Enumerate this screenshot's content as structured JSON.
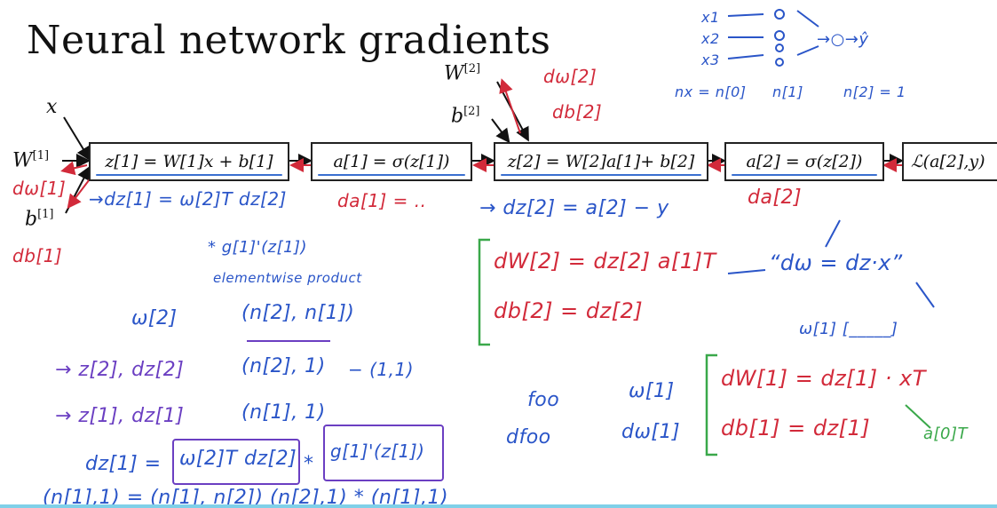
{
  "slide": {
    "title": "Neural network gradients",
    "colors": {
      "ink": "#111111",
      "blue": "#2a55c8",
      "red": "#d22a3a",
      "purple": "#6b3fc2",
      "green": "#3aa84a",
      "box_underline": "#3a6fd0"
    }
  },
  "inputs": {
    "x": "x",
    "W1": "W",
    "W1_sup": "[1]",
    "b1": "b",
    "b1_sup": "[1]",
    "W2": "W",
    "W2_sup": "[2]",
    "b2": "b",
    "b2_sup": "[2]"
  },
  "boxes": {
    "z1": "z[1] = W[1]x + b[1]",
    "a1": "a[1] = σ(z[1])",
    "z2": "z[2] = W[2]a[1]+ b[2]",
    "a2": "a[2] = σ(z[2])",
    "loss": "ℒ(a[2],y)"
  },
  "annotations": {
    "dw1": "dω[1]",
    "db1": "db[1]",
    "dw2": "dω[2]",
    "db2": "db[2]",
    "dz1_eq": "→dz[1] = ω[2]T dz[2]",
    "da1": "da[1] = ..",
    "dz2_eq": "→ dz[2] = a[2] − y",
    "da2": "da[2]",
    "g_prime": "* g[1]'(z[1])",
    "elementwise": "elementwise product",
    "corner_x1": "x1",
    "corner_x2": "x2",
    "corner_x3": "x3",
    "corner_yhat": "→○→ŷ",
    "corner_nx": "nx = n[0]",
    "corner_n1": "n[1]",
    "corner_n2": "n[2] = 1",
    "dW2_eq": "dW[2] = dz[2] a[1]T",
    "db2_eq": "db[2] = dz[2]",
    "dw_dz_x": "“dω = dz·x”",
    "w_bracket": "ω[1] [_____]",
    "w2_label": "ω[2]",
    "w2_dims": "(n[2], n[1])",
    "z2_line": "→ z[2], dz[2]",
    "z2_dims": "(n[2], 1)",
    "one_one": "− (1,1)",
    "z1_line": "→ z[1], dz[1]",
    "z1_dims": "(n[1], 1)",
    "dz1_full_lhs": "dz[1] =",
    "dz1_full_term1": "ω[2]T dz[2]",
    "dz1_full_star": "*",
    "dz1_full_term2": "g[1]'(z[1])",
    "foo": "foo",
    "dfoo": "dfoo",
    "W1_label": "ω[1]",
    "dW1_label": "dω[1]",
    "dW1_eq": "dW[1] = dz[1] · xT",
    "db1_eq": "db[1] = dz[1]",
    "a0T": "a[0]T",
    "bottom_cut": "(n[1],1) = (n[1], n[2]) (n[2],1) * (n[1],1)"
  }
}
